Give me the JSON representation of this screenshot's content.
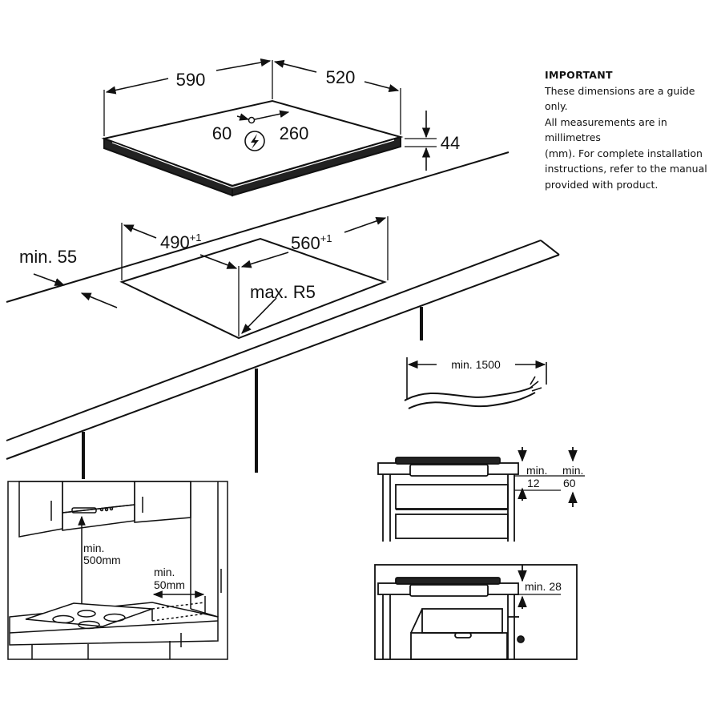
{
  "note": {
    "title": "IMPORTANT",
    "lines": [
      "These dimensions are a guide only.",
      "All measurements are in millimetres",
      "(mm). For complete installation",
      "instructions, refer to the manual",
      "provided with product."
    ]
  },
  "hob": {
    "width": "590",
    "depth": "520",
    "height": "44",
    "socket_left": "60",
    "socket_right": "260"
  },
  "cutout": {
    "width": "490",
    "width_tol": "+1",
    "depth": "560",
    "depth_tol": "+1",
    "radius": "max. R5",
    "edge_min": "min. 55"
  },
  "cable": {
    "length": "min. 1500"
  },
  "clearance": {
    "min_12_a": "min.",
    "min_12_b": "12",
    "min_60_a": "min.",
    "min_60_b": "60",
    "min_28": "min. 28"
  },
  "kitchen": {
    "hood_a": "min.",
    "hood_b": "500mm",
    "side_a": "min.",
    "side_b": "50mm"
  },
  "colors": {
    "line": "#111111",
    "accent": "#000000"
  },
  "icons": {
    "electric": "lightning-bolt-icon"
  }
}
